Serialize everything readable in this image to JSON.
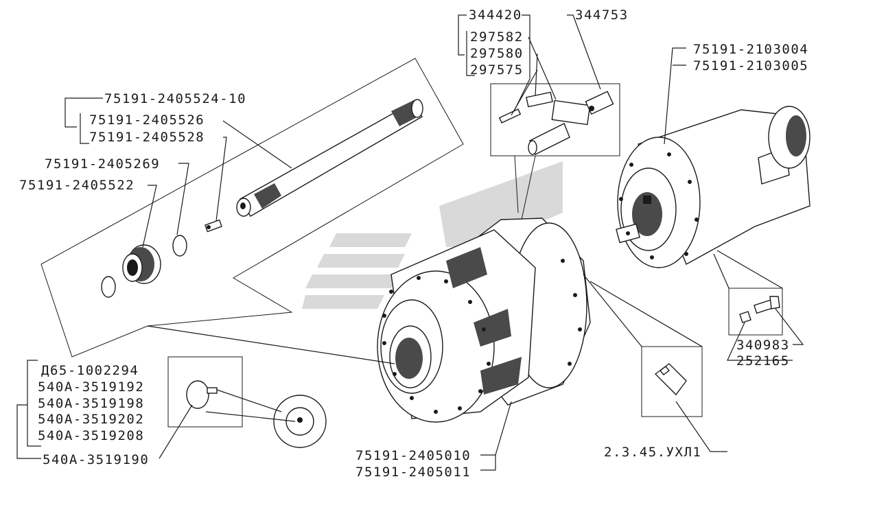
{
  "labels": {
    "p344420": "344420",
    "p344753": "344753",
    "p297582": "297582",
    "p297580": "297580",
    "p297575": "297575",
    "p2103004": "75191-2103004",
    "p2103005": "75191-2103005",
    "p2405524": "75191-2405524-10",
    "p2405526": "75191-2405526",
    "p2405528": "75191-2405528",
    "p2405269": "75191-2405269",
    "p2405522": "75191-2405522",
    "pD65": "Д65-1002294",
    "p3519192": "540A-3519192",
    "p3519198": "540A-3519198",
    "p3519202": "540A-3519202",
    "p3519208": "540A-3519208",
    "p3519190": "540A-3519190",
    "p2405010": "75191-2405010",
    "p2405011": "75191-2405011",
    "p340983": "340983",
    "p252165": "252165",
    "pUHL": "2.3.45.УХЛ1"
  }
}
